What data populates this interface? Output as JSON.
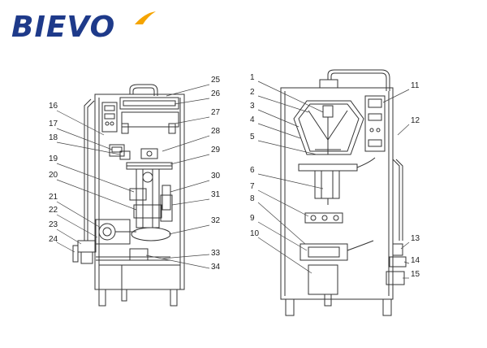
{
  "logo": {
    "text": "BIEVO",
    "color_primary": "#1e3a8a",
    "color_accent": "#f5a400"
  },
  "left_labels": [
    "25",
    "26",
    "27",
    "28",
    "29",
    "30",
    "31",
    "32",
    "33",
    "34",
    "16",
    "17",
    "18",
    "19",
    "20",
    "21",
    "22",
    "23",
    "24"
  ],
  "right_labels": [
    "1",
    "2",
    "3",
    "4",
    "5",
    "6",
    "7",
    "8",
    "9",
    "10",
    "11",
    "12",
    "13",
    "14",
    "15"
  ],
  "colors": {
    "line": "#333333",
    "light": "#666666"
  }
}
